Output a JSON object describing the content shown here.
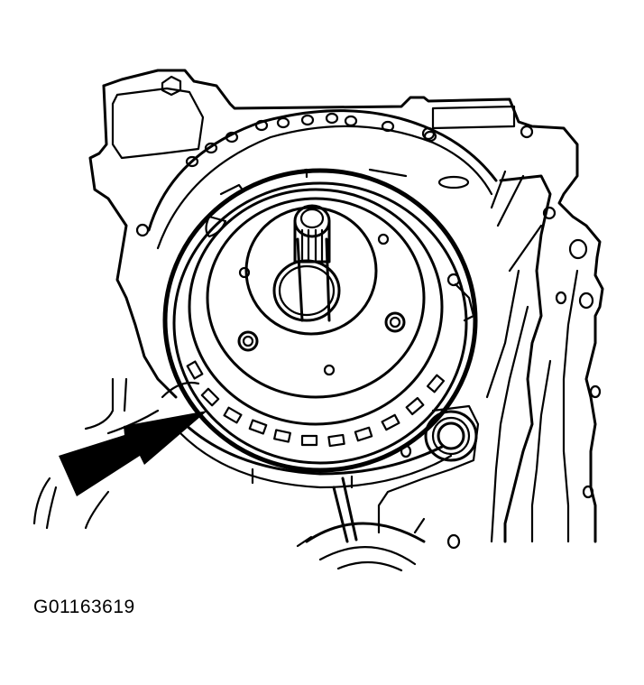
{
  "figure": {
    "caption_code": "G01163619",
    "subject": "transmission case with clutch pack and input shaft",
    "callout": {
      "type": "arrow",
      "icon": "arrow-icon",
      "points_to": "snap ring / clutch housing edge"
    },
    "colors": {
      "line": "#000000",
      "background": "#ffffff"
    }
  }
}
